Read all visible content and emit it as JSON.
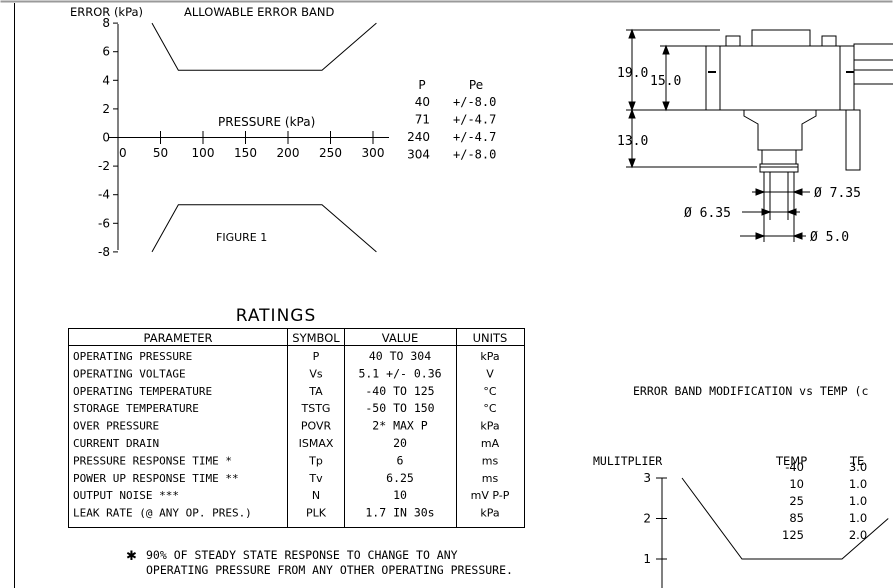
{
  "colors": {
    "ink": "#000000",
    "paper": "#ffffff",
    "frame": "#9a9a9a"
  },
  "figure1": {
    "y_axis_label": "ERROR (kPa)",
    "title": "ALLOWABLE ERROR BAND",
    "x_axis_label": "PRESSURE (kPa)",
    "caption": "FIGURE 1",
    "y_ticks": [
      "8",
      "6",
      "4",
      "2",
      "0",
      "-2",
      "-4",
      "-6",
      "-8"
    ],
    "x_ticks": [
      "0",
      "50",
      "100",
      "150",
      "200",
      "250",
      "300"
    ],
    "band_table": {
      "headers": [
        "P",
        "Pe"
      ],
      "rows": [
        [
          "40",
          "+/-8.0"
        ],
        [
          "71",
          "+/-4.7"
        ],
        [
          "240",
          "+/-4.7"
        ],
        [
          "304",
          "+/-8.0"
        ]
      ]
    }
  },
  "chart_data": [
    {
      "type": "line",
      "title": "ALLOWABLE ERROR BAND",
      "xlabel": "PRESSURE (kPa)",
      "ylabel": "ERROR (kPa)",
      "xlim": [
        0,
        300
      ],
      "ylim": [
        -8,
        8
      ],
      "x": [
        40,
        71,
        240,
        304
      ],
      "series": [
        {
          "values": [
            8.0,
            4.7,
            4.7,
            8.0
          ]
        },
        {
          "values": [
            -8.0,
            -4.7,
            -4.7,
            -8.0
          ]
        }
      ]
    },
    {
      "type": "line",
      "title": "ERROR BAND MODIFICATION vs TEMP",
      "ylabel": "MULITPLIER",
      "x": [
        -40,
        10,
        25,
        85,
        125
      ],
      "series": [
        {
          "values": [
            3.0,
            1.0,
            1.0,
            1.0,
            2.0
          ]
        }
      ]
    }
  ],
  "dimensions": {
    "d_19": "19.0",
    "d_15": "15.0",
    "d_13": "13.0",
    "d_735": "Ø 7.35",
    "d_635": "Ø 6.35",
    "d_50": "Ø 5.0"
  },
  "ratings": {
    "title": "RATINGS",
    "headers": [
      "PARAMETER",
      "SYMBOL",
      "VALUE",
      "UNITS"
    ],
    "rows": [
      {
        "parameter": "OPERATING PRESSURE",
        "symbol": "P",
        "value": "40 TO 304",
        "units": "kPa"
      },
      {
        "parameter": "OPERATING VOLTAGE",
        "symbol": "Vs",
        "value": "5.1 +/- 0.36",
        "units": "V"
      },
      {
        "parameter": "OPERATING TEMPERATURE",
        "symbol": "TA",
        "value": "-40 TO 125",
        "units": "°C"
      },
      {
        "parameter": "STORAGE TEMPERATURE",
        "symbol": "TSTG",
        "value": "-50 TO 150",
        "units": "°C"
      },
      {
        "parameter": "OVER PRESSURE",
        "symbol": "POVR",
        "value": "2* MAX P",
        "units": "kPa"
      },
      {
        "parameter": "CURRENT DRAIN",
        "symbol": "ISMAX",
        "value": "20",
        "units": "mA"
      },
      {
        "parameter": "PRESSURE RESPONSE TIME *",
        "symbol": "Tp",
        "value": "6",
        "units": "ms"
      },
      {
        "parameter": "POWER UP RESPONSE TIME **",
        "symbol": "Tv",
        "value": "6.25",
        "units": "ms"
      },
      {
        "parameter": "OUTPUT NOISE ***",
        "symbol": "N",
        "value": "10",
        "units": "mV P-P"
      },
      {
        "parameter": "LEAK RATE (@ ANY OP. PRES.)",
        "symbol": "PLK",
        "value": "1.7 IN 30s",
        "units": "kPa"
      }
    ]
  },
  "footnote": {
    "marker": "✱",
    "line1": "90% OF STEADY STATE RESPONSE TO CHANGE TO ANY",
    "line2": "OPERATING PRESSURE FROM ANY OTHER OPERATING PRESSURE."
  },
  "temp_modification": {
    "title": "ERROR BAND MODIFICATION vs TEMP (c",
    "y_label": "MULITPLIER",
    "y_ticks": [
      "3",
      "2",
      "1"
    ],
    "headers": [
      "TEMP",
      "TE"
    ],
    "rows": [
      [
        "-40",
        "3.0"
      ],
      [
        "10",
        "1.0"
      ],
      [
        "25",
        "1.0"
      ],
      [
        "85",
        "1.0"
      ],
      [
        "125",
        "2.0"
      ]
    ]
  }
}
